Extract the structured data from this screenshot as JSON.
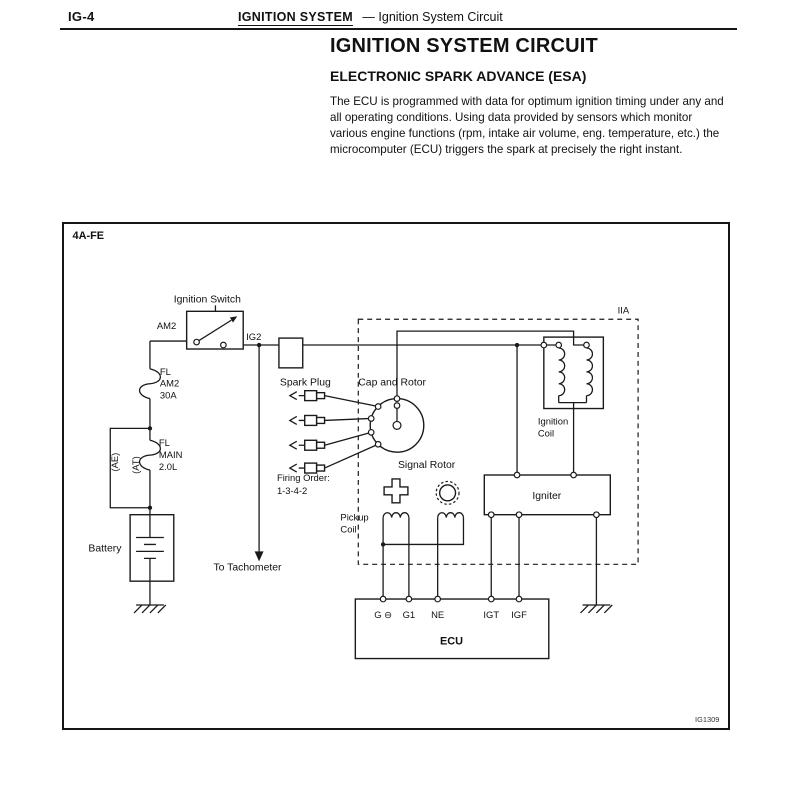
{
  "header": {
    "page_code": "IG-4",
    "section": "IGNITION SYSTEM",
    "subsection": "—  Ignition System Circuit"
  },
  "intro": {
    "title": "IGNITION SYSTEM CIRCUIT",
    "subtitle": "ELECTRONIC SPARK ADVANCE (ESA)",
    "body": "The ECU is programmed with data for optimum ignition timing under any and all operating conditions. Using data provided by sensors which monitor various engine functions (rpm, intake air volume, eng. temperature, etc.) the microcomputer (ECU) triggers the spark at precisely the right instant."
  },
  "diagram": {
    "engine_code": "4A-FE",
    "figure_code": "IG1309",
    "labels": {
      "ignition_switch": "Ignition Switch",
      "am2": "AM2",
      "ig2": "IG2",
      "fl_am2_1": "FL",
      "fl_am2_2": "AM2",
      "fl_am2_3": "30A",
      "fl_main_1": "FL",
      "fl_main_2": "MAIN",
      "fl_main_3": "2.0L",
      "ae": "(AE)",
      "at": "(AT)",
      "battery": "Battery",
      "to_tachometer": "To Tachometer",
      "spark_plug": "Spark Plug",
      "cap_and_rotor": "Cap and Rotor",
      "firing_order_1": "Firing Order:",
      "firing_order_2": "1-3-4-2",
      "signal_rotor": "Signal Rotor",
      "pickup_coil_1": "Pickup",
      "pickup_coil_2": "Coil",
      "ignition_coil_1": "Ignition",
      "ignition_coil_2": "Coil",
      "igniter": "Igniter",
      "iia": "IIA",
      "ecu": "ECU",
      "terminal_g_minus": "G ⊖",
      "terminal_g1": "G1",
      "terminal_ne": "NE",
      "terminal_igt": "IGT",
      "terminal_igf": "IGF"
    }
  }
}
